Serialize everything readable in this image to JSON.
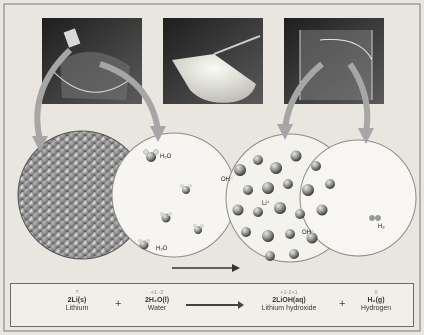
{
  "labels": {
    "water_top": "H₂O",
    "water_bottom": "H₂O",
    "hydroxide_left": "OH⁻",
    "hydroxide_right": "OH⁻",
    "lithium_ion": "Li⁺",
    "hydrogen_right": "H₂"
  },
  "equation": {
    "reactant1": {
      "state": "?",
      "formula": "2Li(s)",
      "name": "Lithium"
    },
    "reactant2": {
      "state": "+1 -2",
      "formula": "2H₂O(l)",
      "name": "Water"
    },
    "product1": {
      "state": "+1-2+1",
      "formula": "2LiOH(aq)",
      "name": "Lithium hydroxide"
    },
    "product2": {
      "state": "0",
      "formula": "H₂(g)",
      "name": "Hydrogen"
    },
    "plus": "+"
  },
  "colors": {
    "background": "#e9e6df",
    "photo_dark": "#2f2f2f",
    "atom_lattice": "#9a9a9a",
    "arrow": "#a6a6a6"
  }
}
